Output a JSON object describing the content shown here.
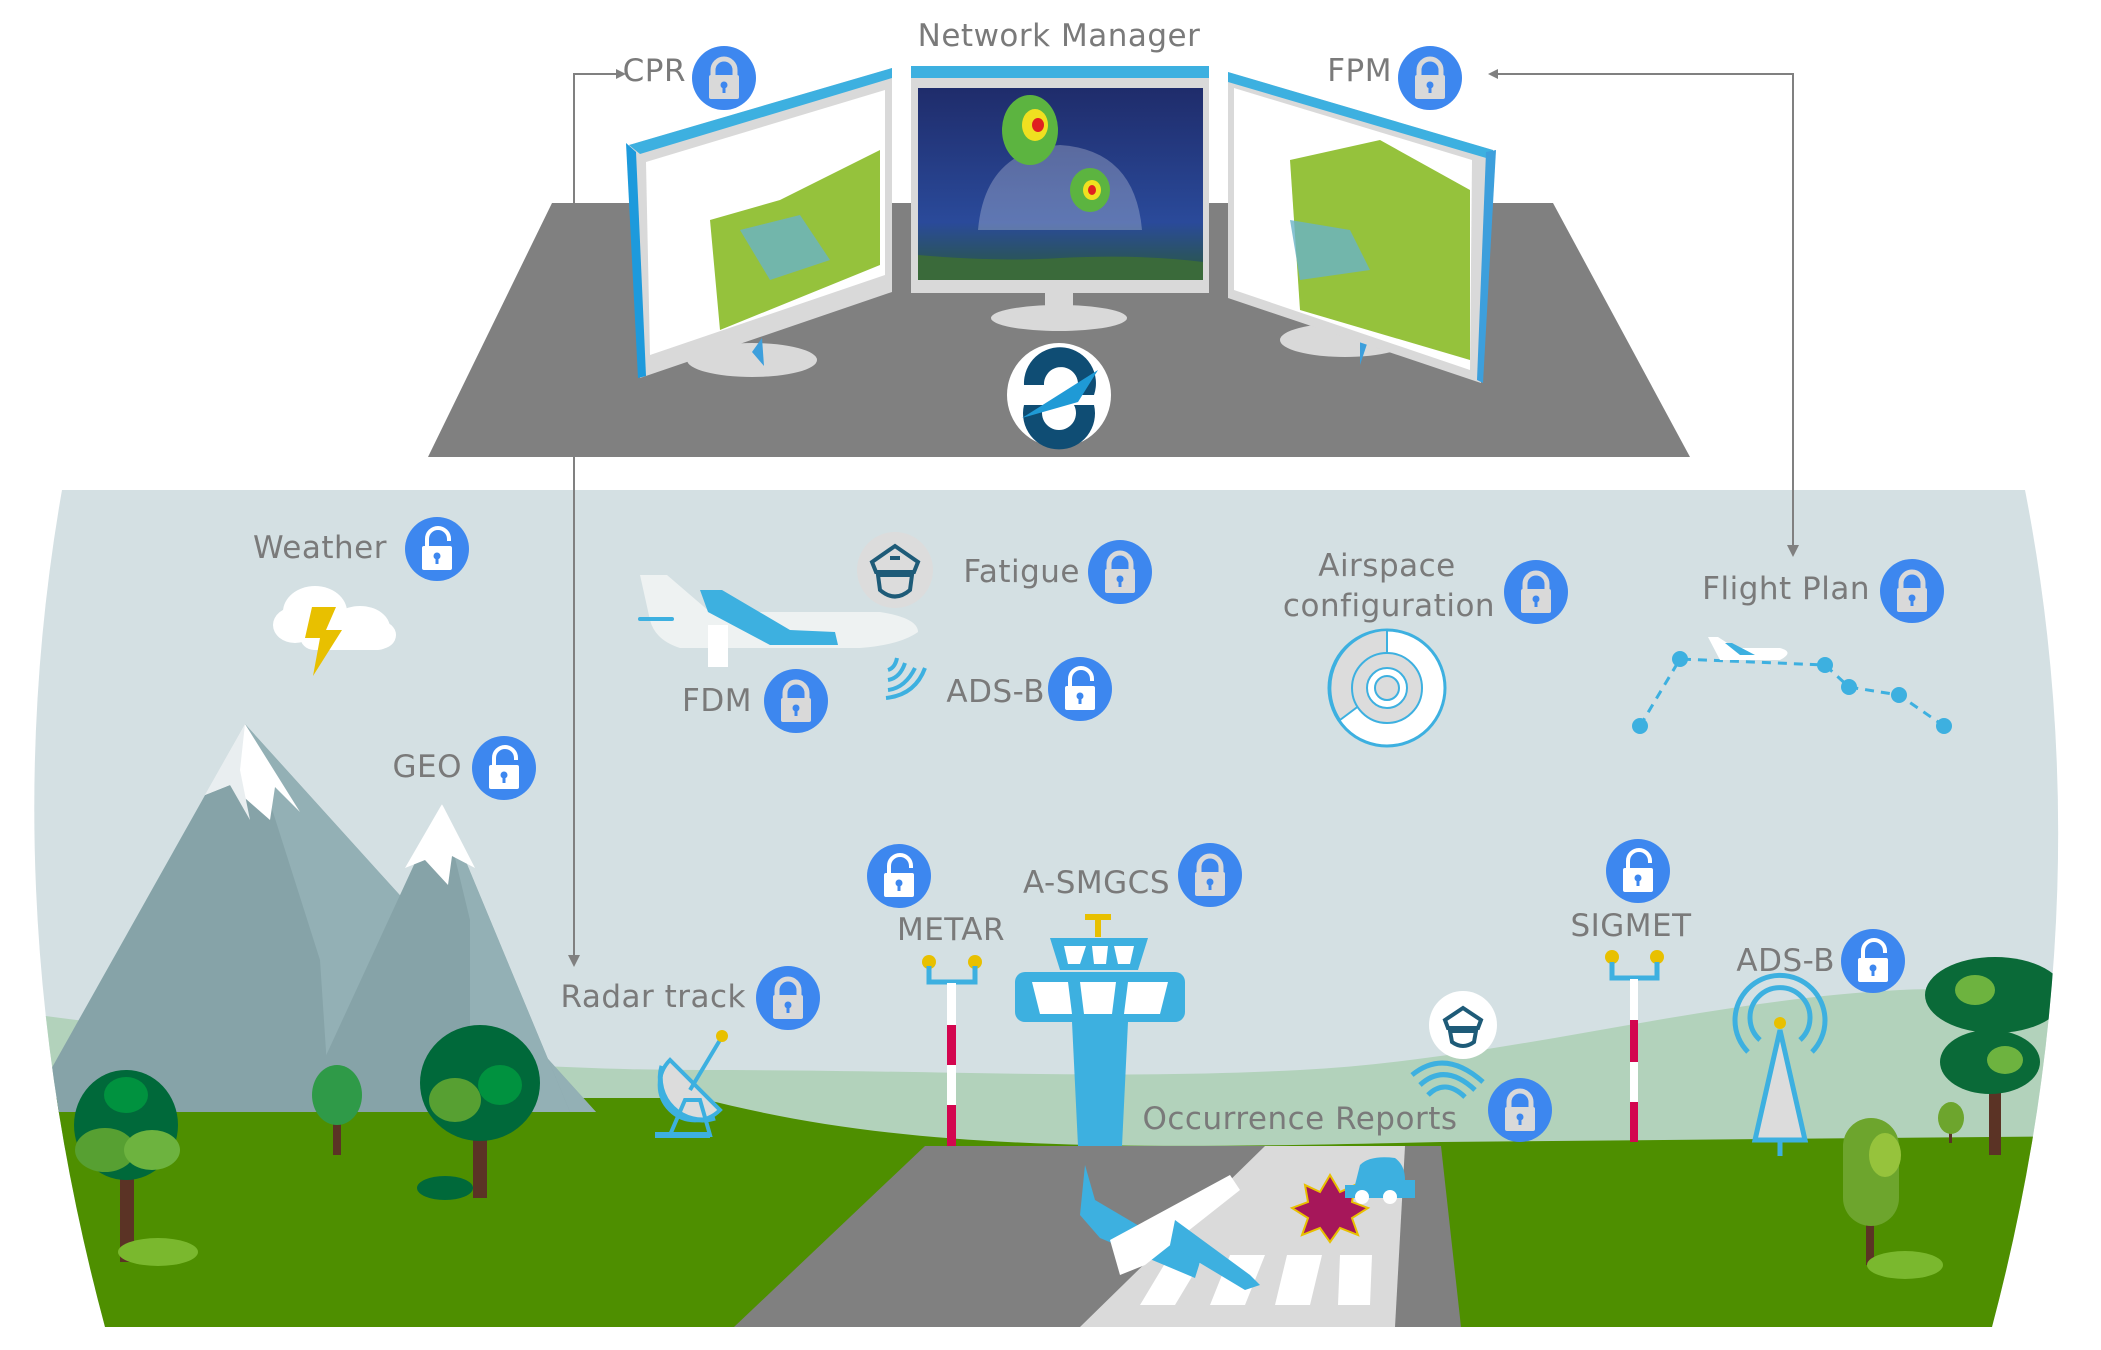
{
  "title": "Network Manager",
  "colors": {
    "lock_bg": "#3d87ef",
    "lock_closed": "#d9d9d9",
    "lock_open": "#ffffff",
    "sky": "#d4e0e3",
    "grass": "#4e8f00",
    "hill": "#b2d2bb",
    "desk": "#808080",
    "accent_blue": "#3db0e0",
    "label_gray": "#7a7a7a"
  },
  "network_manager": {
    "systems": [
      {
        "id": "cpr",
        "label": "CPR",
        "lock": "closed"
      },
      {
        "id": "fpm",
        "label": "FPM",
        "lock": "closed"
      }
    ],
    "logo": "eurocontrol-logo"
  },
  "data_sources": [
    {
      "id": "weather",
      "label": "Weather",
      "lock": "open",
      "icon": "storm-cloud-icon"
    },
    {
      "id": "fatigue",
      "label": "Fatigue",
      "lock": "closed",
      "icon": "pilot-cap-icon"
    },
    {
      "id": "fdm",
      "label": "FDM",
      "lock": "closed",
      "icon": "airplane-icon"
    },
    {
      "id": "adsb-air",
      "label": "ADS-B",
      "lock": "open",
      "icon": "signal-waves-icon"
    },
    {
      "id": "airspace",
      "label": "Airspace configuration",
      "label_lines": [
        "Airspace",
        "configuration"
      ],
      "lock": "closed",
      "icon": "airspace-sectors-icon"
    },
    {
      "id": "flight-plan",
      "label": "Flight Plan",
      "lock": "closed",
      "icon": "flight-route-icon"
    },
    {
      "id": "geo",
      "label": "GEO",
      "lock": "open",
      "icon": "mountain-icon"
    },
    {
      "id": "radar",
      "label": "Radar track",
      "lock": "closed",
      "icon": "radar-dish-icon"
    },
    {
      "id": "metar",
      "label": "METAR",
      "lock": "open",
      "icon": "weather-mast-icon"
    },
    {
      "id": "asmgcs",
      "label": "A-SMGCS",
      "lock": "closed",
      "icon": "control-tower-icon"
    },
    {
      "id": "sigmet",
      "label": "SIGMET",
      "lock": "open",
      "icon": "weather-mast-icon"
    },
    {
      "id": "adsb-ground",
      "label": "ADS-B",
      "lock": "open",
      "icon": "antenna-tower-icon"
    },
    {
      "id": "occurrence",
      "label": "Occurrence Reports",
      "lock": "closed",
      "icon": "pilot-cap-icon"
    }
  ],
  "arrows": [
    {
      "from": "cpr",
      "to": "radar",
      "style": "bidirectional-elbow"
    },
    {
      "from": "fpm",
      "to": "flight-plan",
      "style": "bidirectional-elbow"
    }
  ]
}
